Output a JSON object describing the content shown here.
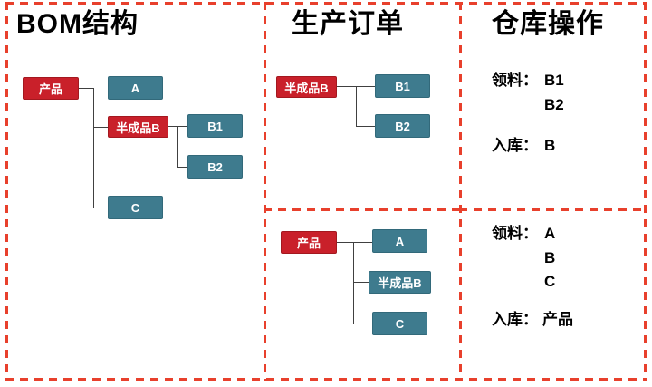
{
  "titles": {
    "bom": "BOM结构",
    "orders": "生产订单",
    "warehouse": "仓库操作"
  },
  "bom_tree": {
    "product": "产品",
    "a": "A",
    "semi_b": "半成品B",
    "b1": "B1",
    "b2": "B2",
    "c": "C"
  },
  "order_top": {
    "root": "半成品B",
    "child1": "B1",
    "child2": "B2"
  },
  "order_bottom": {
    "root": "产品",
    "child1": "A",
    "child2": "半成品B",
    "child3": "C"
  },
  "warehouse_top": {
    "pick_label": "领料：",
    "pick_value1": "B1",
    "pick_value2": "B2",
    "inbound_label": "入库：",
    "inbound_value": "B"
  },
  "warehouse_bottom": {
    "pick_label": "领料：",
    "pick_value1": "A",
    "pick_value2": "B",
    "pick_value3": "C",
    "inbound_label": "入库：",
    "inbound_value": "产品"
  },
  "colors": {
    "box_red": "#c9202a",
    "box_teal": "#3e7b8e",
    "dash_red": "#e8402c",
    "connector": "#404040"
  }
}
